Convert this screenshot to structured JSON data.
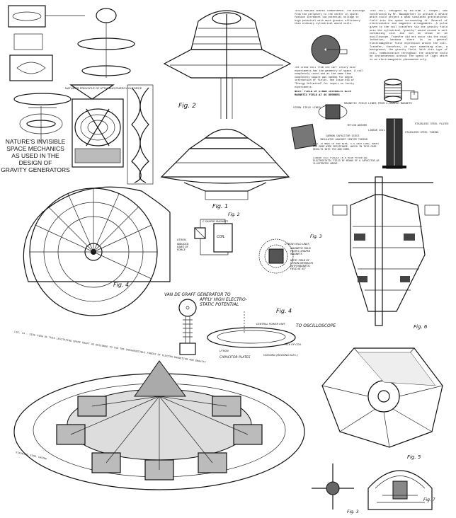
{
  "poster": {
    "caption_lines": [
      "NATURE'S INVISIBLE",
      "SPACE MECHANICS",
      "AS USED IN THE",
      "DESIGN OF",
      "GRAVITY GENERATORS"
    ],
    "natures_label": "NATURE'S PRINCIPLE OF ATTAINING ENERGY IN FORCE"
  },
  "figures": {
    "saucer_top": "Fig. 2",
    "saucer_side": "Fig. 1",
    "wheel": "Fig. 4",
    "sketch_fig2": "Fig. 2",
    "sketch_fig3": "Fig. 3",
    "column": "Fig. 6",
    "vdg_fig4": "Fig. 4",
    "octagon": "Fig. 5",
    "small_fig3": "Fig. 3",
    "small_fig7": "Fig. 7"
  },
  "text_block": {
    "left_para": "TESLA PANCAKE SHAPED TRANSFORMER. The windings from the periphery to the center in spiral fashion increases low potential voltage to high potential with much greater efficiency than ordinary cylindrical wound coils.",
    "left_para2": "The UTRON coil from the Carr levity disc experiments has the geometry of space. A coil completely round and at the same time completely square was needed for ample interaction of fields. See Issue #16 of \"Energy Unlimited\" for report on levity experiments.",
    "note": "NOTE: FIELD OF UTRON INTERACTS WITH MAGNETIC FIELD AT 45 DEGREES",
    "right_para": "This coil, designed by William J. Hooper, was constructed by Mr. Baumgartner to provide a device which could project a weak simulated gravitational field into the space surrounding it. Several of electrostatic and magnetic arrangements. A pulse given to the coil transfers via the gravity field onto the cylindrical 'gravity' wound around a salt containing coil and can be shown on an oscilloscope. Transfer did not occur via the usual induction, because there is no general electromagnetic field expression around the coil. Transfer, therefore, is over something else, a background, the gravity field. With this type of coil, communication throughout the universe could be instantaneous without the speed of light which is an electromagnetic phenomenon only.",
    "magnetic_lines": "MAGNETIC FIELD LINES FROM C-SHAPED MAGNETS",
    "utron_lines": "UTRON FIELD LINES"
  },
  "coil_diagram": {
    "teflon": "TEFLON WASHER",
    "linear_coil": "LINEAR COIL",
    "carbon": "CARBON CAPACITOR DISCS",
    "insulated": "INSULATED AGAINST CENTER TUBING",
    "stainless_plates": "STAINLESS STEEL PLATES",
    "stainless_tubing": "STAINLESS STEEL TUBING",
    "coil_desc": "COIL IS MADE OF 860 WIRE, 5.5 INCH LONG, ABOUT 600 OHMS WIRE RESISTANCE. WHICH IN THIS CASE RESULTS INTO 750 AND OHMS.",
    "linear_desc": "LINEAR COIL PLACED IN A HIGH POTENTIAL ELECTROSTATIC FIELD BY MEANS OF A CAPACITOR AS ILLUSTRATED ABOVE."
  },
  "sketch2": {
    "c_shaped": "C SHAPED MAGNETS",
    "utron": "UTRON",
    "induced": "INDUCED LINES OF FORCE",
    "coil": "COIL"
  },
  "sketch3": {
    "l1": "UTRON FIELD LINES",
    "l2": "MAGNETIC FIELD FROM C SHAPED MAGNETS",
    "l3": "NOTE: FIELD OF UTRON INTERACTS WITH MAGNETIC FIELD AT 45°"
  },
  "vdg": {
    "title1": "VAN DE GRAFF GENERATOR TO",
    "title2": "APPLY HIGH ELECTRO-",
    "title3": "STATIC POTENTIAL",
    "central": "CENTRAL POWER UNIT",
    "scope": "TO OSCILLOSCOPE",
    "pickup": "PICK UP COIL",
    "utron": "UTRON",
    "plates": "CAPACITOR PLATES",
    "housing": "HOUSING (BUCKING ELEC.)"
  },
  "big_saucer": {
    "caption": "FIG. 14 — SIDE VIEW OF THIS LEVITATING SPACE CRAFT AS DESIGNED TO TAP THE INEXHAUSTIBLE FORCES OF ELECTRO-MAGNETISM AND GRAVITY",
    "lower": "STAINLESS STEEL CASING"
  }
}
